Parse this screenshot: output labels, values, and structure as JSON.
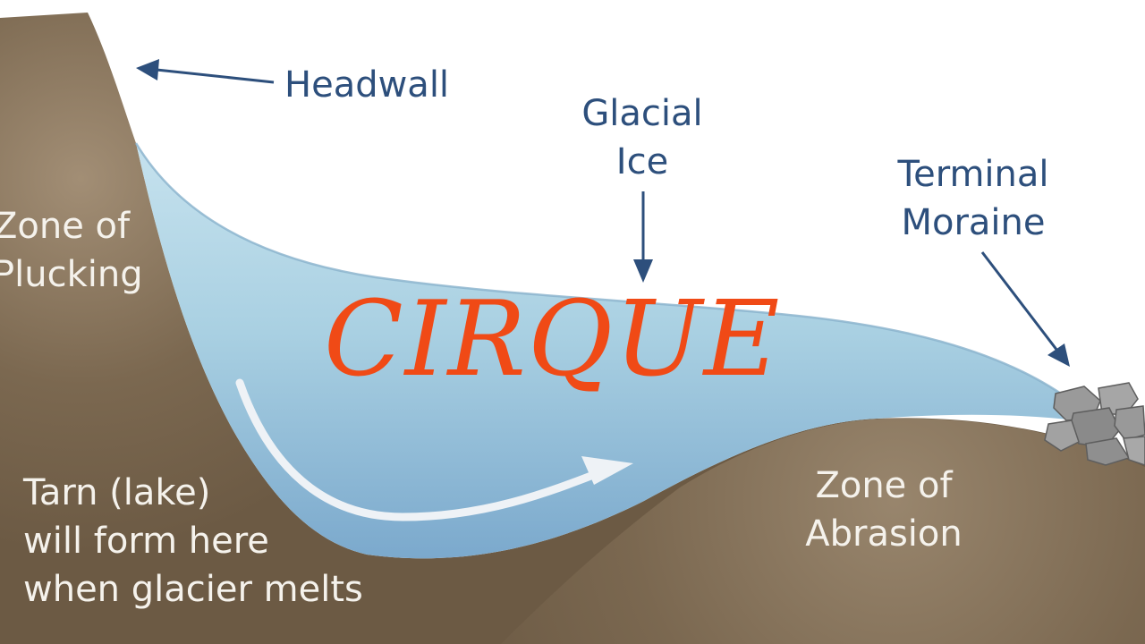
{
  "diagram": {
    "title": "CIRQUE",
    "labels": {
      "headwall": "Headwall",
      "glacial_ice": [
        "Glacial",
        "Ice"
      ],
      "terminal_moraine": [
        "Terminal",
        "Moraine"
      ],
      "zone_of_plucking": [
        "Zone of",
        "Plucking"
      ],
      "tarn": [
        "Tarn (lake)",
        "will form here",
        "when glacier melts"
      ],
      "zone_of_abrasion": [
        "Zone of",
        "Abrasion"
      ]
    },
    "colors": {
      "title": "#f04a16",
      "label_blue": "#2d4f7c",
      "label_white": "#f5f2ec",
      "rock": "#76644e",
      "rock_light": "#9a8770",
      "ice": "#a9d0e0",
      "ice_deep": "#7faed0",
      "moraine": "#8e8e8e"
    }
  }
}
